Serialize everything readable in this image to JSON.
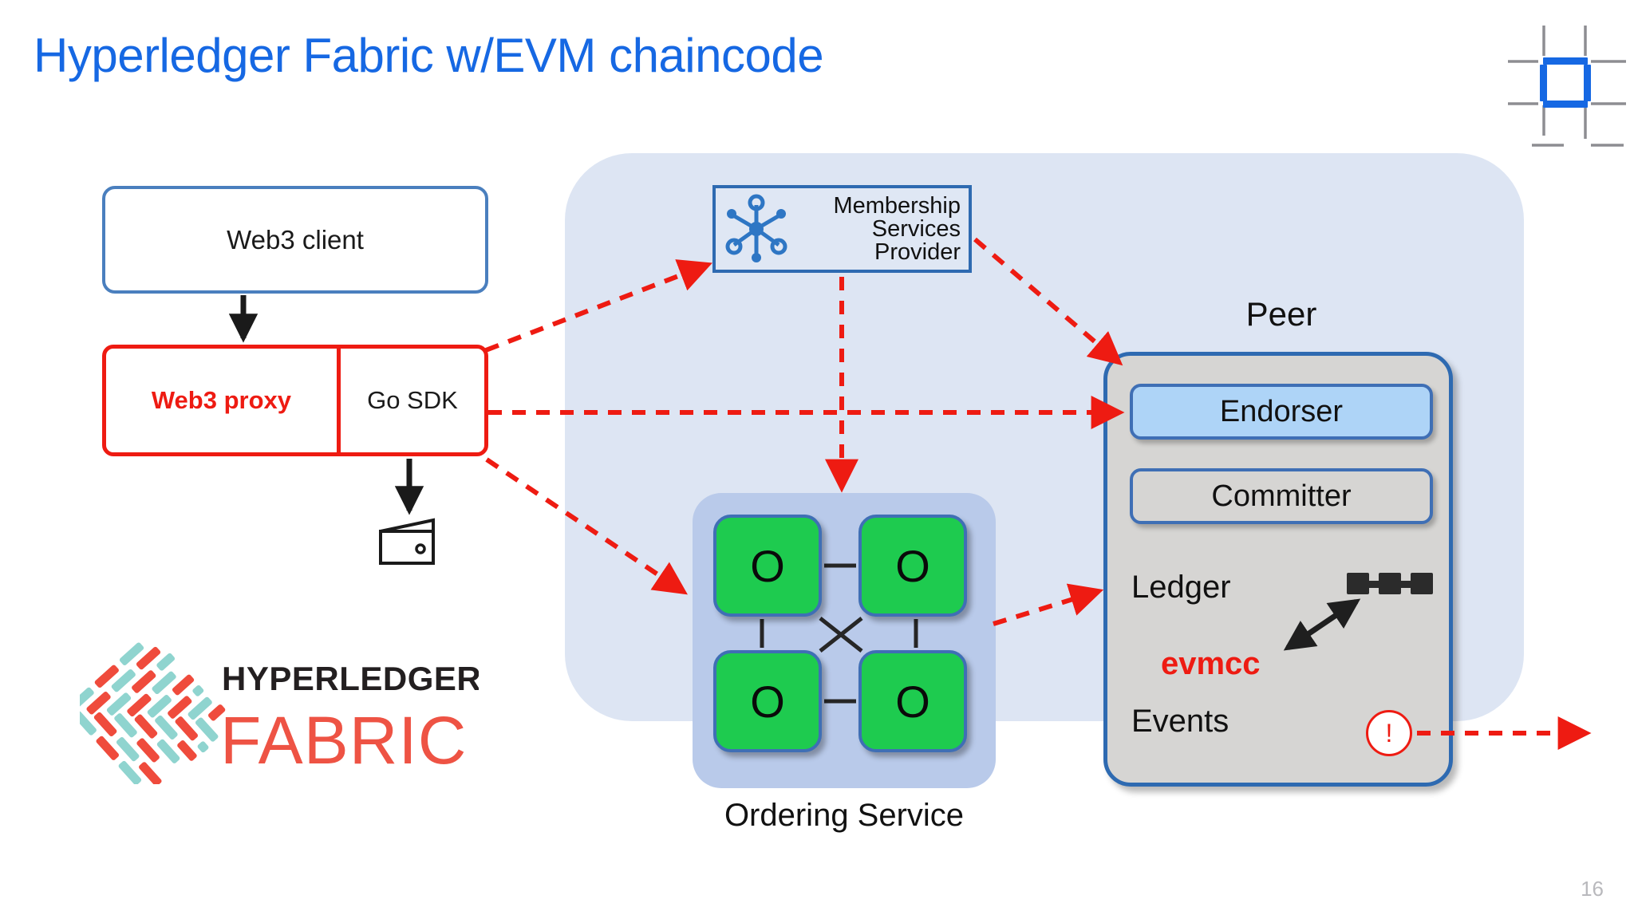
{
  "slide": {
    "title": "Hyperledger Fabric w/EVM chaincode",
    "page_number": "16",
    "title_color": "#1668e3",
    "accent_red": "#ee1b12",
    "accent_blue": "#2e6ab1",
    "region_bg": "#dde5f3"
  },
  "corner_logo": {
    "name": "grid-mark-logo",
    "grid_line_color": "#8d8d92",
    "center_square_color": "#1668e3"
  },
  "client_side": {
    "web3_client": {
      "label": "Web3 client",
      "border_color": "#4a7fbe"
    },
    "proxy_row": {
      "proxy_label": "Web3 proxy",
      "sdk_label": "Go SDK",
      "border_color": "#ee1b12",
      "proxy_text_color": "#ee1b12"
    },
    "wallet": {
      "name": "wallet-icon"
    }
  },
  "hyperledger_logo": {
    "word_top": "HYPERLEDGER",
    "word_bottom": "FABRIC",
    "word_top_color": "#231f20",
    "word_bottom_color": "#ee5344",
    "weave_teal": "#8fd4cf",
    "weave_red": "#ef4b3c"
  },
  "network": {
    "msp": {
      "lines": [
        "Membership",
        "Services",
        "Provider"
      ],
      "icon": "network-hub-icon",
      "border_color": "#2e6ab1",
      "fill": "#dfe7f4"
    },
    "ordering_service": {
      "caption": "Ordering Service",
      "node_label": "O",
      "node_fill": "#1ecb4f",
      "node_border": "#3f6fb5",
      "region_fill": "#b9caea",
      "nodes": [
        "O",
        "O",
        "O",
        "O"
      ]
    },
    "peer": {
      "caption": "Peer",
      "fill": "#d6d5d3",
      "border_color": "#2e6ab1",
      "endorser": {
        "label": "Endorser",
        "fill": "#aed4f7"
      },
      "committer": {
        "label": "Committer",
        "fill": "#d6d5d3"
      },
      "ledger_label": "Ledger",
      "evmcc_label": "evmcc",
      "events_label": "Events",
      "chain_glyph": "blockchain-blocks-icon",
      "events_badge": "!"
    }
  },
  "connectors": [
    {
      "name": "client-to-proxy",
      "style": "solid-black-arrow"
    },
    {
      "name": "sdk-to-wallet",
      "style": "solid-black-arrow"
    },
    {
      "name": "proxy-to-msp",
      "style": "dashed-red-arrow"
    },
    {
      "name": "proxy-to-endorser",
      "style": "dashed-red-arrow"
    },
    {
      "name": "proxy-to-ordering",
      "style": "dashed-red-arrow"
    },
    {
      "name": "msp-to-peer",
      "style": "dashed-red-arrow"
    },
    {
      "name": "msp-to-ordering",
      "style": "dashed-red-arrow"
    },
    {
      "name": "ordering-to-peer",
      "style": "dashed-red-arrow"
    },
    {
      "name": "events-out",
      "style": "dashed-red-arrow"
    },
    {
      "name": "evmcc-to-ledger",
      "style": "solid-black-double-arrow"
    }
  ]
}
